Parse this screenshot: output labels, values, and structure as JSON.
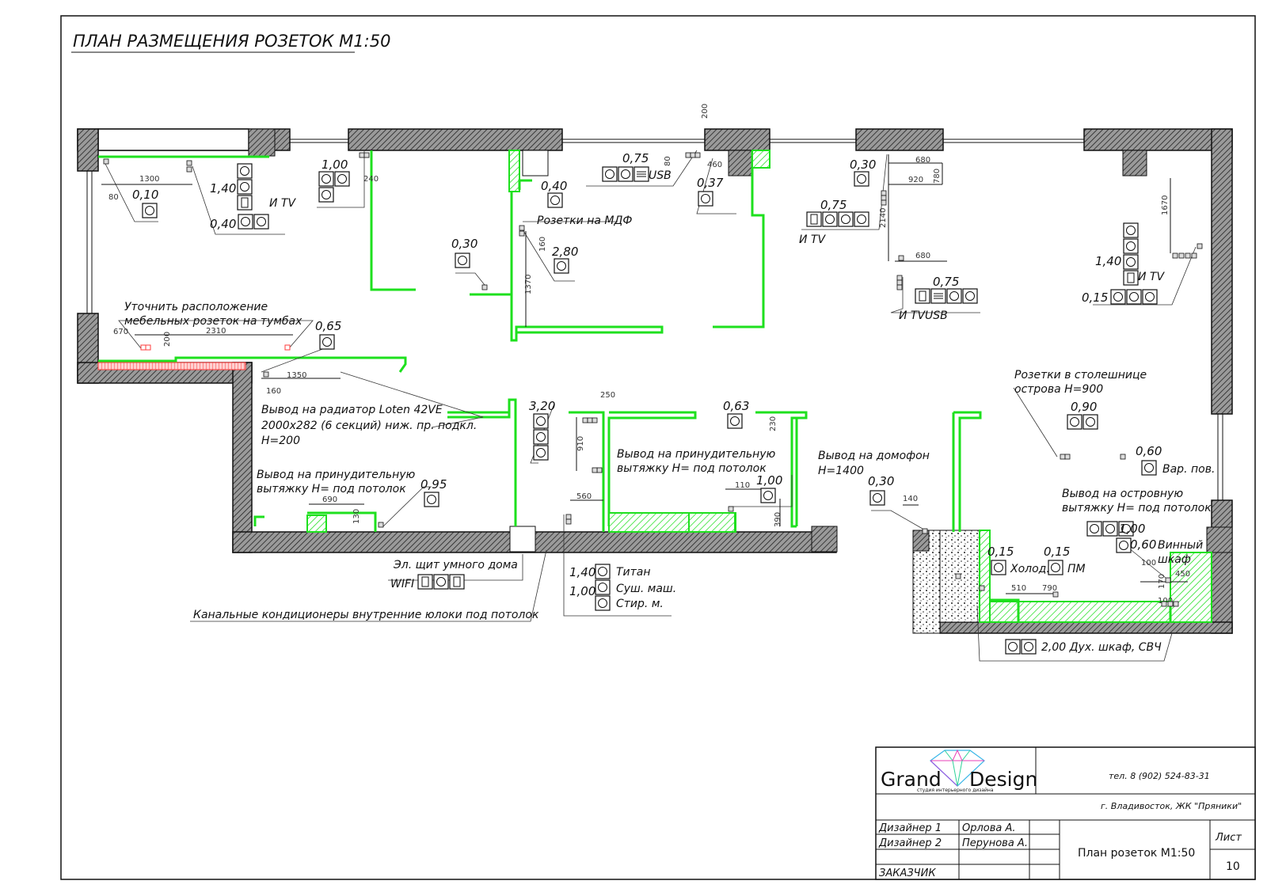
{
  "sheet_title": "ПЛАН РАЗМЕЩЕНИЯ РОЗЕТОК М1:50",
  "socket_groups": [
    {
      "id": "s1",
      "height": "0,10",
      "count": 1,
      "type": "socket"
    },
    {
      "id": "s2a",
      "height": "1,40",
      "count": 3,
      "type": "socket",
      "suffix": "И TV"
    },
    {
      "id": "s2b",
      "height": "0,40",
      "count": 2,
      "type": "socket"
    },
    {
      "id": "s3",
      "height": "1,00",
      "count": 3,
      "type": "socket"
    },
    {
      "id": "s4",
      "height": "0,75",
      "count": 3,
      "type": "socket",
      "suffix": "USB"
    },
    {
      "id": "s5",
      "height": "0,37",
      "count": 1,
      "type": "socket"
    },
    {
      "id": "s6",
      "height": "0,40",
      "count": 1,
      "type": "socket"
    },
    {
      "id": "s7",
      "height": "2,80",
      "count": 1,
      "type": "socket"
    },
    {
      "id": "s8",
      "height": "0,30",
      "count": 1,
      "type": "socket"
    },
    {
      "id": "s9",
      "height": "0,30",
      "count": 1,
      "type": "socket"
    },
    {
      "id": "s10",
      "height": "0,75",
      "count": 4,
      "type": "socket",
      "suffix": "И TV"
    },
    {
      "id": "s11",
      "height": "0,75",
      "count": 4,
      "type": "socket",
      "suffix": "И TVUSB"
    },
    {
      "id": "s12a",
      "height": "1,40",
      "count": 4,
      "type": "socket",
      "suffix": "И TV"
    },
    {
      "id": "s12b",
      "height": "0,15",
      "count": 3,
      "type": "socket"
    },
    {
      "id": "s13",
      "height": "0,65",
      "count": 1,
      "type": "socket"
    },
    {
      "id": "s14",
      "height": "3,20",
      "count": 3,
      "type": "socket"
    },
    {
      "id": "s15",
      "height": "0,63",
      "count": 1,
      "type": "socket"
    },
    {
      "id": "s16",
      "height": "0,95",
      "count": 1,
      "type": "socket"
    },
    {
      "id": "s17",
      "height": "1,00",
      "count": 1,
      "type": "socket"
    },
    {
      "id": "s18",
      "height": "0,30",
      "count": 1,
      "type": "socket"
    },
    {
      "id": "s19",
      "height": "0,90",
      "count": 2,
      "type": "socket"
    },
    {
      "id": "s20",
      "height": "0,60",
      "count": 1,
      "type": "socket",
      "suffix": "Вар. пов."
    }
  ],
  "labels": {
    "mdf": "Розетки на МДФ",
    "clarify_1": "Уточнить расположение",
    "clarify_2": "мебельных розеток на тумбах",
    "radiator_1": "Вывод на радиатор Loten 42VE",
    "radiator_2": "2000х282 (6 секций) ниж. пр. подкл.",
    "radiator_3": "Н=200",
    "exhaust1_1": "Вывод на принудительную",
    "exhaust1_2": "вытяжку Н= под потолок",
    "exhaust2_1": "Вывод на принудительную",
    "exhaust2_2": "вытяжку Н= под потолок",
    "intercom_1": "Вывод на домофон",
    "intercom_2": "Н=1400",
    "island_1": "Розетки в столешнице",
    "island_2": "острова Н=900",
    "island_hood_1": "Вывод на островную",
    "island_hood_2": "вытяжку Н= под потолок",
    "smart_home": "Эл. щит умного дома",
    "wifi": "WIFI",
    "ac_units": "Канальные кондиционеры внутренние юлоки под потолок",
    "titan": "Титан",
    "dryer": "Суш. маш.",
    "washer": "Стир. м.",
    "h140": "1,40",
    "h100": "1,00",
    "fridge": "Холод.",
    "dishwasher": "ПМ",
    "h015a": "0,15",
    "h015b": "0,15",
    "h100b": "1,00",
    "h060": "0,60",
    "wine": "Винный",
    "wine2": "шкаф",
    "oven": "2,00 Дух. шкаф,  СВЧ"
  },
  "dimensions": [
    "1300",
    "80",
    "240",
    "200",
    "460",
    "80",
    "160",
    "1370",
    "680",
    "920",
    "780",
    "2140",
    "680",
    "1670",
    "670",
    "200",
    "2310",
    "1350",
    "160",
    "250",
    "910",
    "560",
    "230",
    "690",
    "130",
    "110",
    "390",
    "140",
    "510",
    "790",
    "170",
    "100",
    "450",
    "100"
  ],
  "title_block": {
    "company_1": "Grand",
    "company_2": "Design",
    "company_sub": "студия интерьерного дизайна",
    "phone": "тел. 8 (902) 524-83-31",
    "address": "г. Владивосток, ЖК \"Пряники\"",
    "role_1": "Дизайнер 1",
    "name_1": "Орлова А.",
    "role_2": "Дизайнер 2",
    "name_2": "Перунова А.",
    "customer": "ЗАКАЗЧИК",
    "drawing_name": "План розеток М1:50",
    "sheet_label": "Лист",
    "sheet_no": "10"
  },
  "colors": {
    "wiring": "#1ee01e",
    "furniture": "#ff3b3b",
    "wall": "#111111"
  }
}
